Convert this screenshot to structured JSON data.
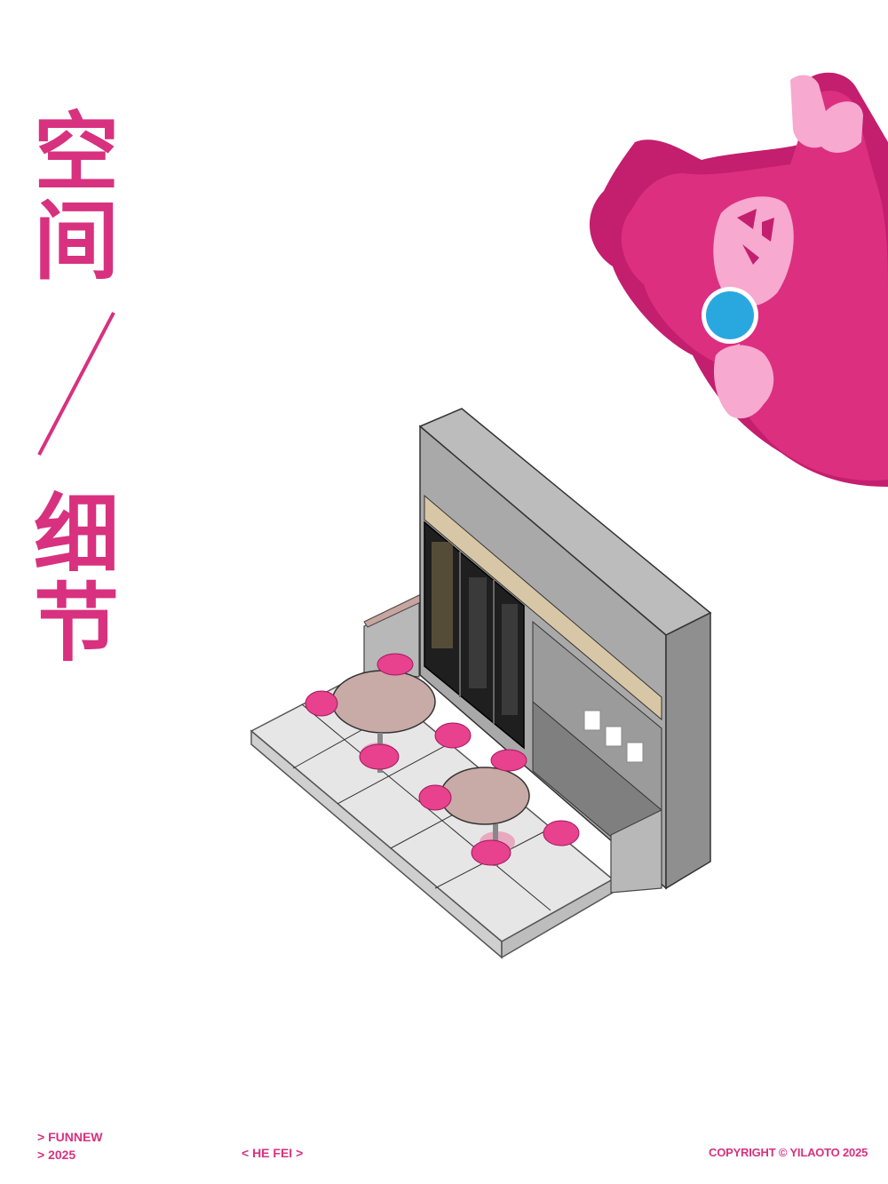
{
  "title": {
    "line1": "空",
    "line2": "间",
    "line3": "细",
    "line4": "节"
  },
  "footer": {
    "brand": "> FUNNEW",
    "year": "> 2025",
    "city": "< HE FEI >",
    "copyright": "COPYRIGHT © YILAOTO 2025"
  },
  "colors": {
    "accent": "#d8317f",
    "mascot_dark": "#c41e6f",
    "mascot_light": "#f7a9cf",
    "lens": "#29a8e0",
    "floor": "#e6e6e6",
    "wall": "#a9a9a9",
    "chair": "#e8418e",
    "table_top": "#c8aaa6"
  },
  "icons": {
    "mascot": "pink-creature-with-magnifier-icon",
    "scene": "isometric-cafe-corner-icon"
  }
}
